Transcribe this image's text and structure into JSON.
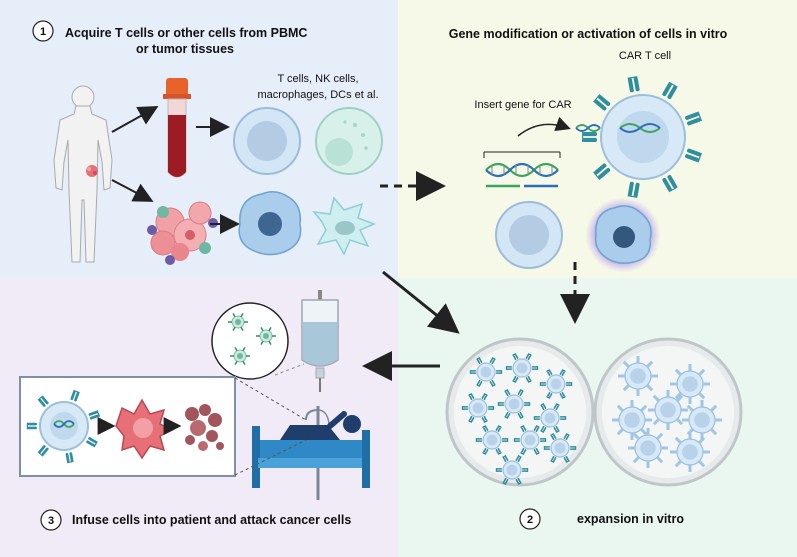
{
  "step1": {
    "number": "1",
    "title_line1": "Acquire T cells or other cells from PBMC",
    "title_line2": "or tumor tissues",
    "cells_label_line1": "T cells,  NK cells,",
    "cells_label_line2": "macrophages, DCs et al."
  },
  "gene_mod": {
    "title": "Gene modification or activation of cells in vitro",
    "car_t_label": "CAR T cell",
    "insert_label": "Insert gene for CAR"
  },
  "step2": {
    "number": "2",
    "label": "expansion in vitro"
  },
  "step3": {
    "number": "3",
    "label": "Infuse  cells into patient and attack cancer cells"
  },
  "colors": {
    "panel_blue": "#e6eefa",
    "panel_yellow": "#f7f9e8",
    "panel_lilac": "#f1ebf7",
    "panel_mint": "#eaf6f0",
    "car_teal": "#2f8fa0",
    "dna_green": "#3aa560",
    "dna_blue": "#2a6fb8",
    "tumor_red": "#e0626b"
  }
}
